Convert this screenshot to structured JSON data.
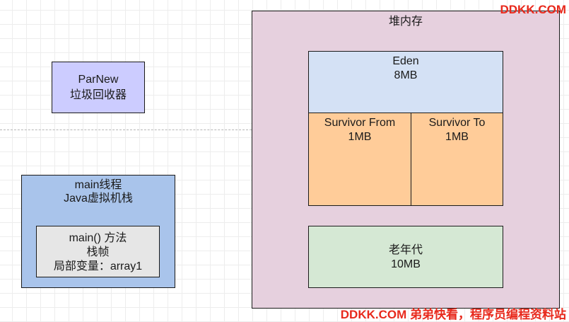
{
  "gc": {
    "name": "ParNew",
    "type": "垃圾回收器"
  },
  "thread": {
    "name": "main线程",
    "stack": "Java虚拟机栈",
    "frame": {
      "method": "main() 方法",
      "kind": "栈帧",
      "var": "局部变量：array1"
    }
  },
  "heap": {
    "title": "堆内存",
    "eden": {
      "name": "Eden",
      "size": "8MB"
    },
    "from": {
      "name": "Survivor From",
      "size": "1MB"
    },
    "to": {
      "name": "Survivor To",
      "size": "1MB"
    },
    "old": {
      "name": "老年代",
      "size": "10MB"
    }
  },
  "watermark": {
    "top": "DDKK.COM",
    "bottom": "DDKK.COM 弟弟快看，程序员编程资料站"
  },
  "colors": {
    "parnew": "#ccccff",
    "thread": "#a9c4eb",
    "frame": "#e6e6e6",
    "heap": "#e6d0de",
    "eden": "#d4e1f5",
    "survivor": "#ffcc99",
    "old": "#d5e8d4",
    "watermark": "#e8291c"
  }
}
